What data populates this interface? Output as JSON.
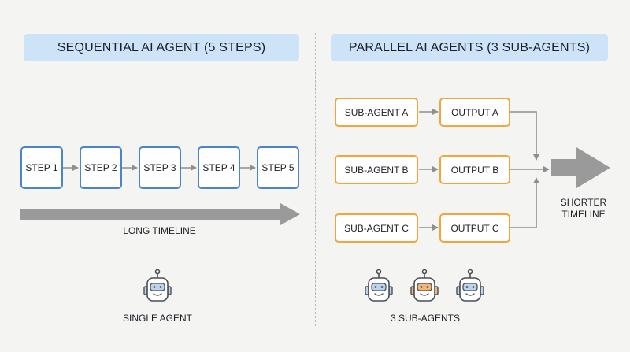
{
  "left": {
    "title": "SEQUENTIAL AI AGENT (5 STEPS)",
    "steps": [
      "STEP 1",
      "STEP 2",
      "STEP 3",
      "STEP 4",
      "STEP 5"
    ],
    "timeline_label": "LONG TIMELINE",
    "agent_label": "SINGLE AGENT"
  },
  "right": {
    "title": "PARALLEL AI AGENTS (3 SUB-AGENTS)",
    "sub_agents": [
      "SUB-AGENT A",
      "SUB-AGENT B",
      "SUB-AGENT C"
    ],
    "outputs": [
      "OUTPUT A",
      "OUTPUT B",
      "OUTPUT C"
    ],
    "timeline_label": "SHORTER TIMELINE",
    "agent_label": "3 SUB-AGENTS"
  },
  "colors": {
    "banner": "#cde3f8",
    "step_border": "#4a86c7",
    "sub_agent_border": "#f0a63d",
    "arrow": "#9a9a9a",
    "robot_orange_accent": "#f2b57a",
    "robot_blue_accent": "#bcd4f0"
  },
  "icons": [
    "robot-icon"
  ]
}
